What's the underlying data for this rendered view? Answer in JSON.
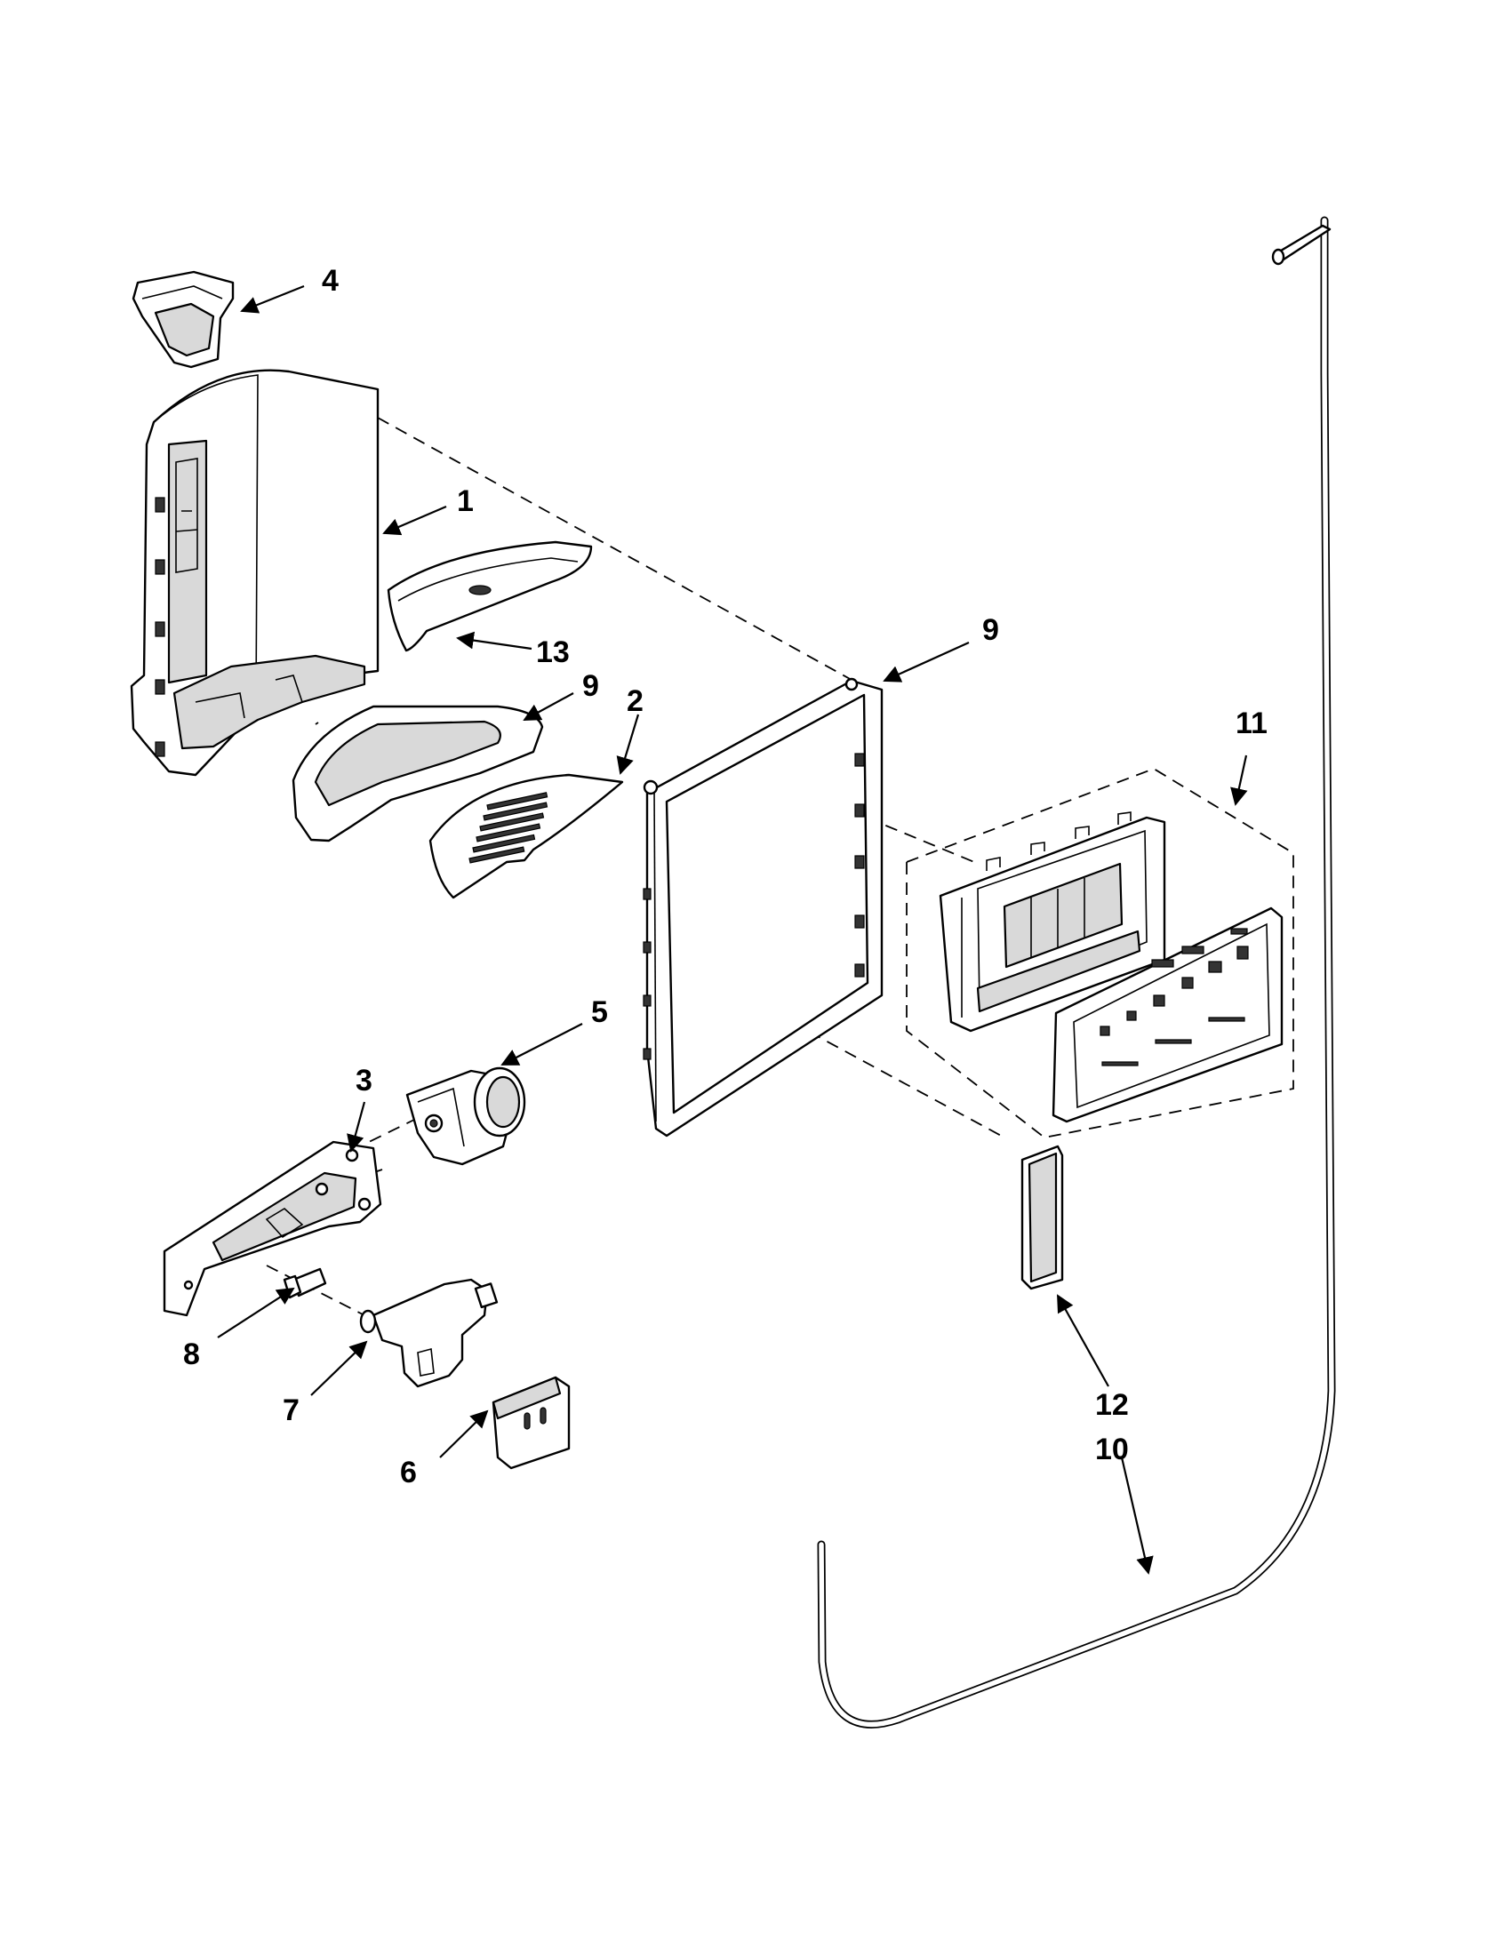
{
  "colors": {
    "background": "#ffffff",
    "ink": "#000000",
    "shade": "#d9d9d9"
  },
  "callouts": {
    "c1": "1",
    "c2": "2",
    "c3": "3",
    "c4": "4",
    "c5": "5",
    "c6": "6",
    "c7": "7",
    "c8": "8",
    "c9a": "9",
    "c9b": "9",
    "c10": "10",
    "c11": "11",
    "c12": "12",
    "c13": "13"
  }
}
